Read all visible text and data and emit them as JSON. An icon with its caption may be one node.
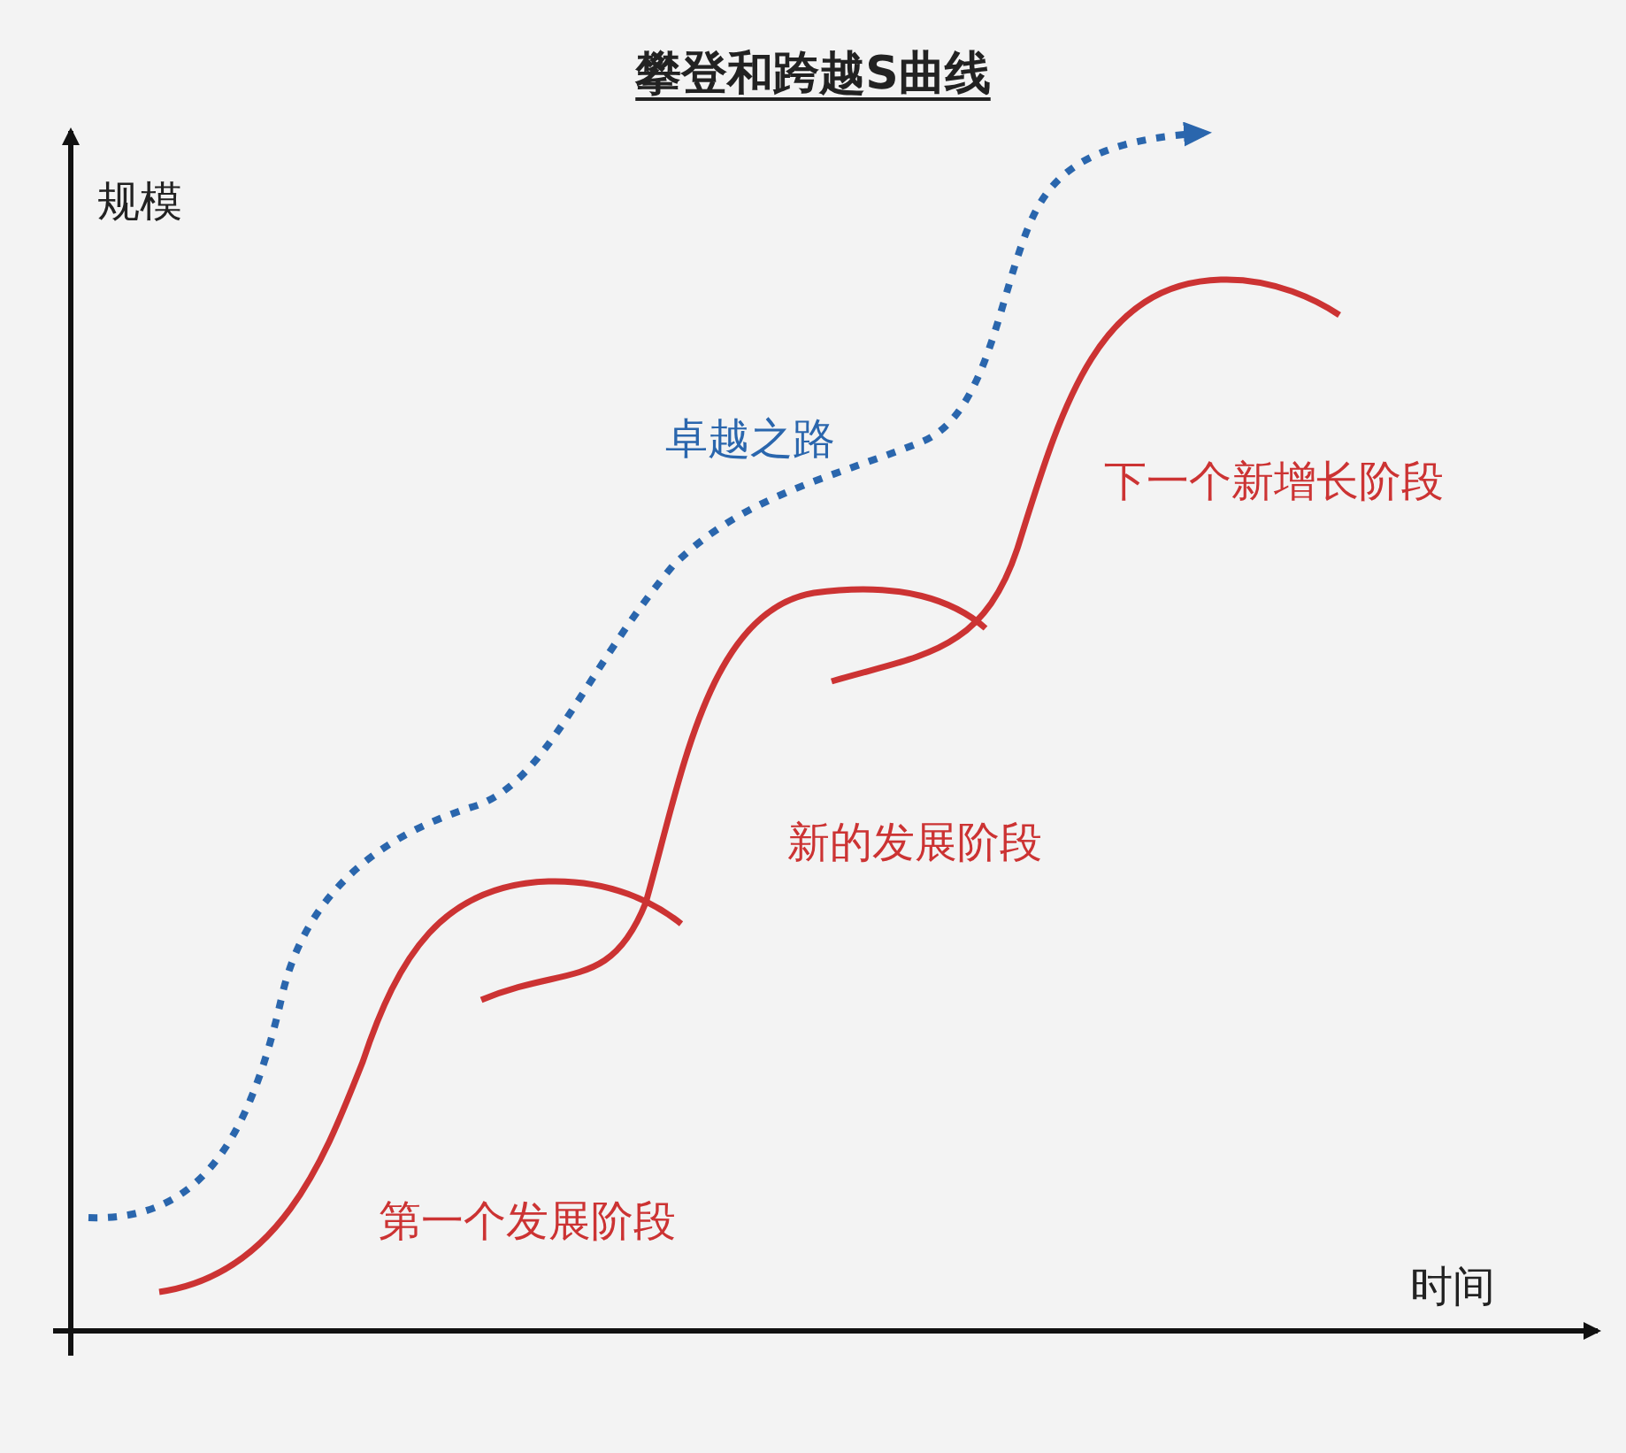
{
  "diagram": {
    "title": "攀登和跨越S曲线",
    "labels": [
      "规模",
      "时间",
      "卓越之路",
      "下一个新增长阶段",
      "新的发展阶段",
      "第一个发展阶段"
    ]
  }
}
